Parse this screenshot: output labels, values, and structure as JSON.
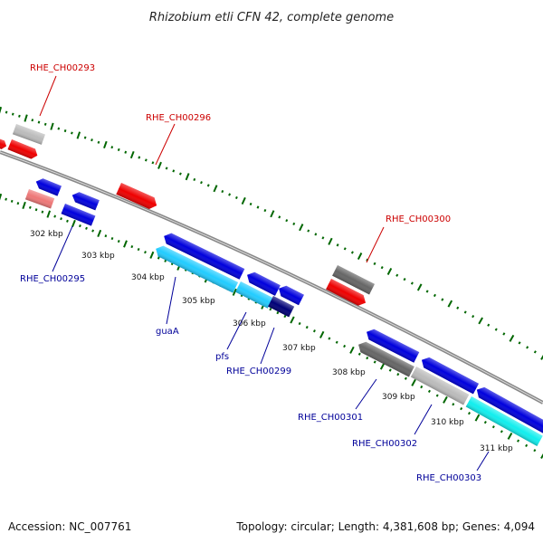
{
  "header": {
    "title": "Rhizobium etli CFN 42, complete genome"
  },
  "footer": {
    "accession": "Accession: NC_007761",
    "summary": "Topology: circular; Length: 4,381,608 bp; Genes: 4,094"
  },
  "colors": {
    "forward": "#0000dd",
    "cyan": "#22ccff",
    "light_cyan": "#11eeee",
    "navy": "#000077",
    "red": "#ee0000",
    "pink": "#ee7777",
    "dark_gray": "#666666",
    "light_gray": "#bbbbbb",
    "tick_green": "#006600",
    "backbone": "#888888",
    "red_label": "#cc0000",
    "blue_label": "#000099"
  },
  "map": {
    "kbp_labels": [
      "302 kbp",
      "303 kbp",
      "304 kbp",
      "305 kbp",
      "306 kbp",
      "307 kbp",
      "308 kbp",
      "309 kbp",
      "310 kbp",
      "311 kbp"
    ],
    "outer_labels": [
      "RHE_CH00293",
      "RHE_CH00296",
      "RHE_CH00300"
    ],
    "inner_labels": [
      "RHE_CH00295",
      "guaA",
      "pfs",
      "RHE_CH00299",
      "RHE_CH00301",
      "RHE_CH00302",
      "RHE_CH00303"
    ]
  }
}
